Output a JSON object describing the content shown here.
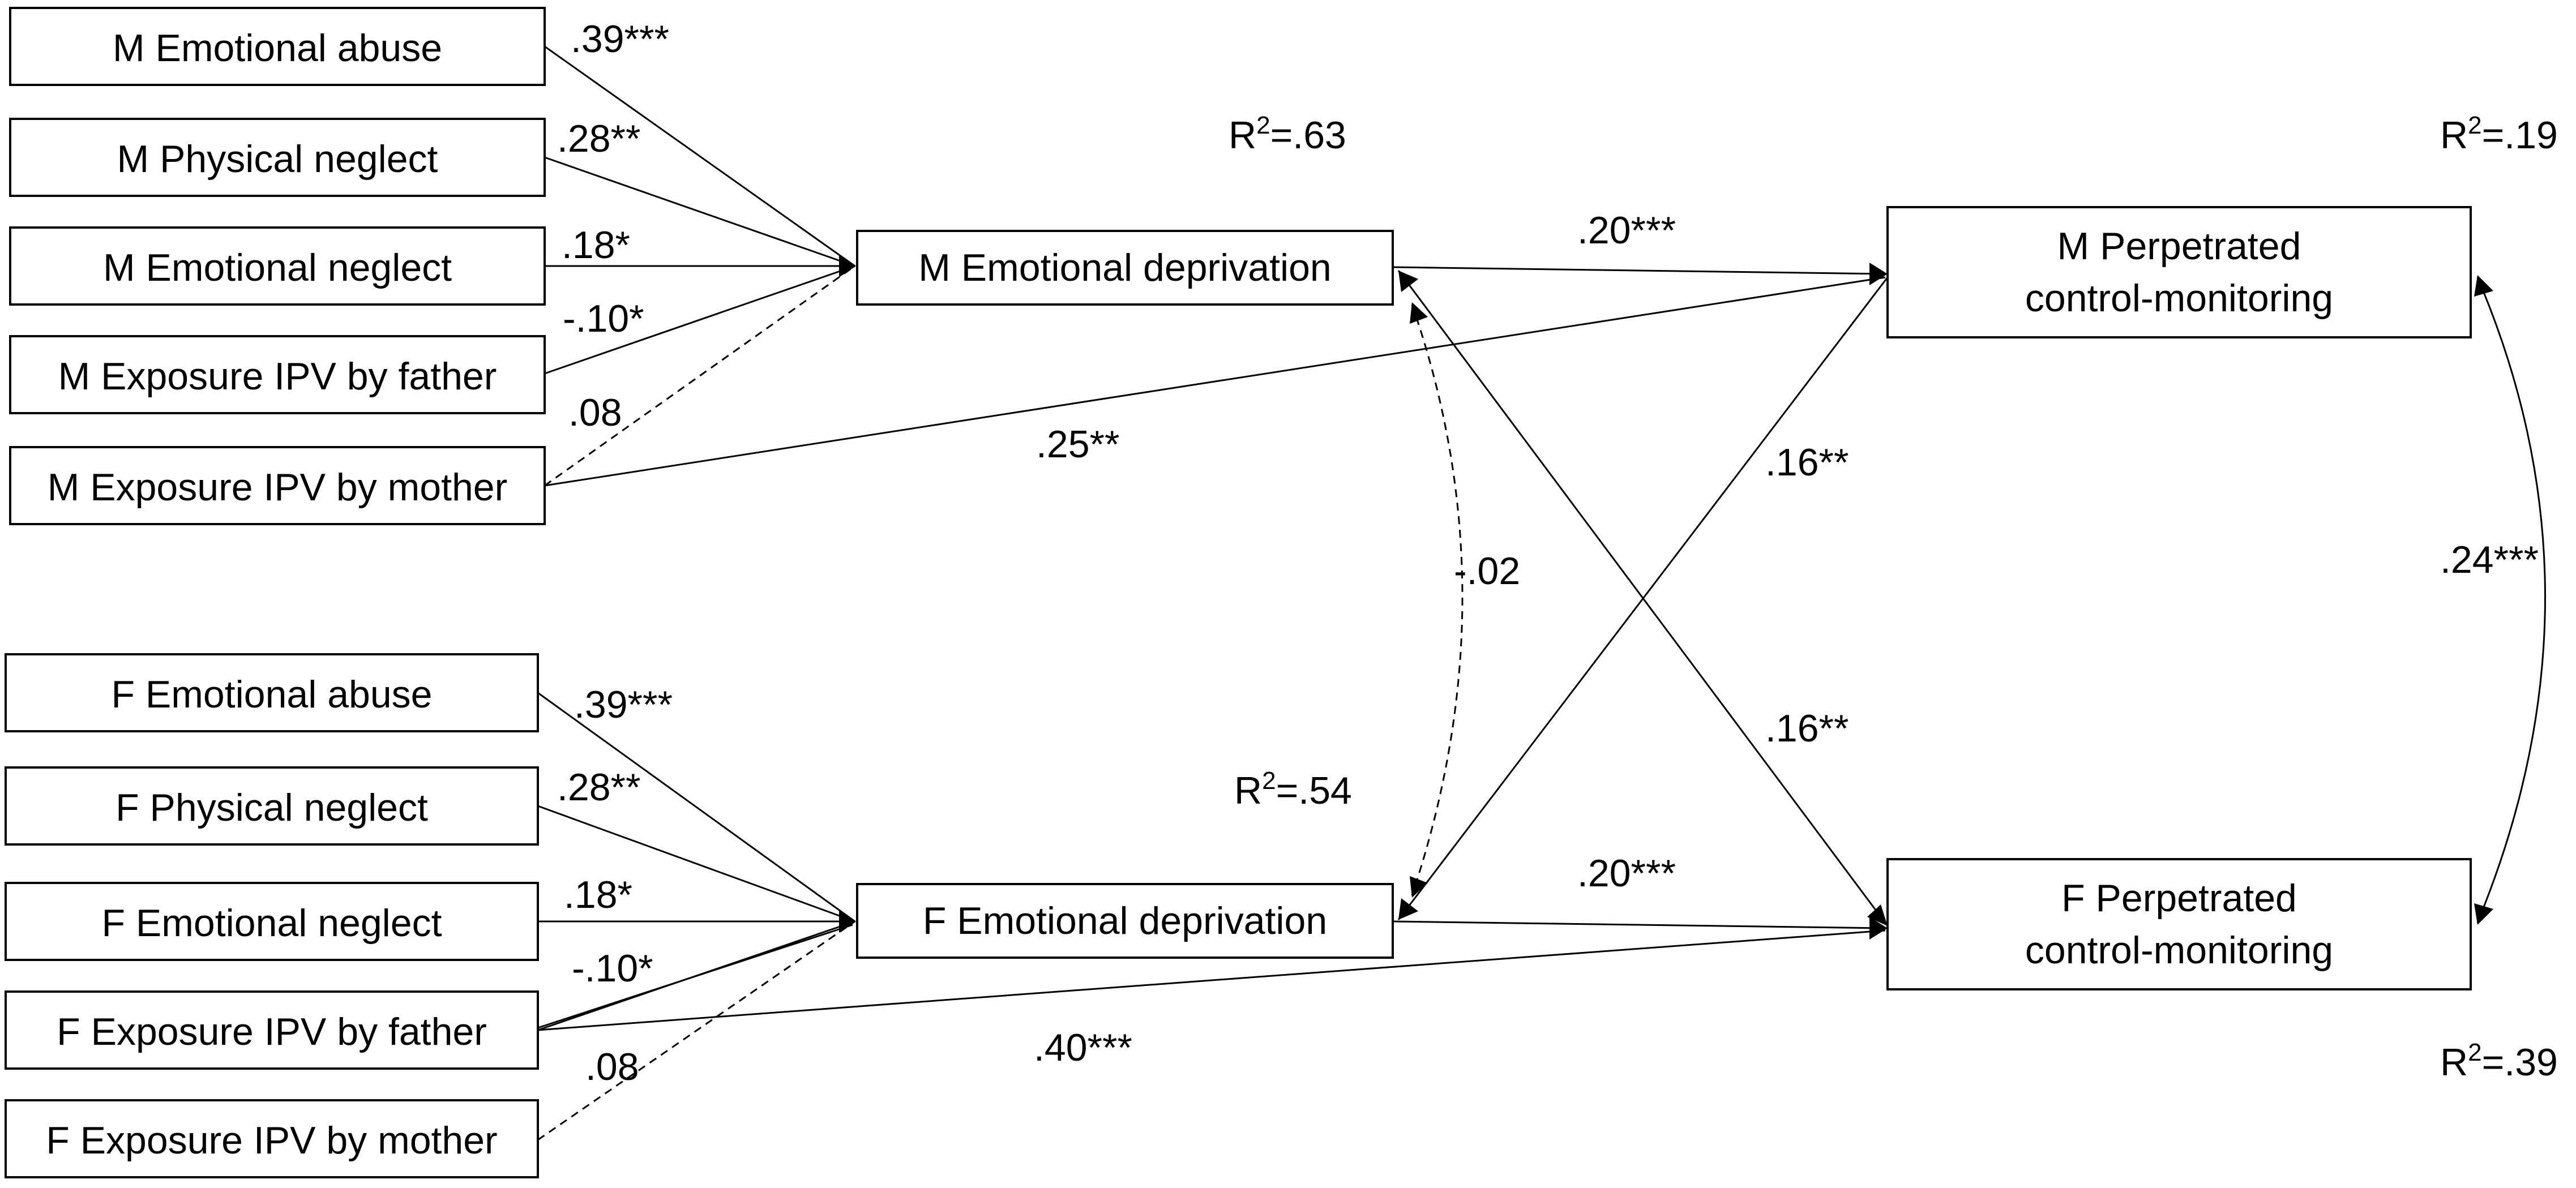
{
  "diagram": {
    "male_predictors": [
      {
        "id": "m-emotional-abuse",
        "label": "M Emotional abuse",
        "coef": ".39***"
      },
      {
        "id": "m-physical-neglect",
        "label": "M Physical neglect",
        "coef": ".28**"
      },
      {
        "id": "m-emotional-neglect",
        "label": "M Emotional neglect",
        "coef": ".18*"
      },
      {
        "id": "m-exposure-ipv-father",
        "label": "M Exposure IPV by father",
        "coef": "-.10*"
      },
      {
        "id": "m-exposure-ipv-mother",
        "label": "M Exposure IPV by mother",
        "coef": ".08"
      }
    ],
    "female_predictors": [
      {
        "id": "f-emotional-abuse",
        "label": "F Emotional abuse",
        "coef": ".39***"
      },
      {
        "id": "f-physical-neglect",
        "label": "F Physical neglect",
        "coef": ".28**"
      },
      {
        "id": "f-emotional-neglect",
        "label": "F Emotional neglect",
        "coef": ".18*"
      },
      {
        "id": "f-exposure-ipv-father",
        "label": "F Exposure IPV by father",
        "coef": "-.10*"
      },
      {
        "id": "f-exposure-ipv-mother",
        "label": "F Exposure IPV by mother",
        "coef": ".08"
      }
    ],
    "mediators": {
      "male": {
        "label": "M Emotional deprivation",
        "r2_prefix": "R",
        "r2_sup": "2",
        "r2_value": "=.63"
      },
      "female": {
        "label": "F Emotional deprivation",
        "r2_prefix": "R",
        "r2_sup": "2",
        "r2_value": "=.54"
      }
    },
    "outcomes": {
      "male": {
        "line1": "M Perpetrated",
        "line2": "control-monitoring",
        "r2_prefix": "R",
        "r2_sup": "2",
        "r2_value": "=.19"
      },
      "female": {
        "line1": "F Perpetrated",
        "line2": "control-monitoring",
        "r2_prefix": "R",
        "r2_sup": "2",
        "r2_value": "=.39"
      }
    },
    "paths": {
      "m_deprivation_to_m_outcome": ".20***",
      "m_ipv_mother_to_m_outcome": ".25**",
      "f_deprivation_to_m_outcome": ".16**",
      "m_deprivation_to_f_outcome": ".16**",
      "deprivation_covariance": "-.02",
      "outcome_covariance": ".24***",
      "f_deprivation_to_f_outcome": ".20***",
      "f_ipv_father_to_f_outcome": ".40***"
    }
  }
}
